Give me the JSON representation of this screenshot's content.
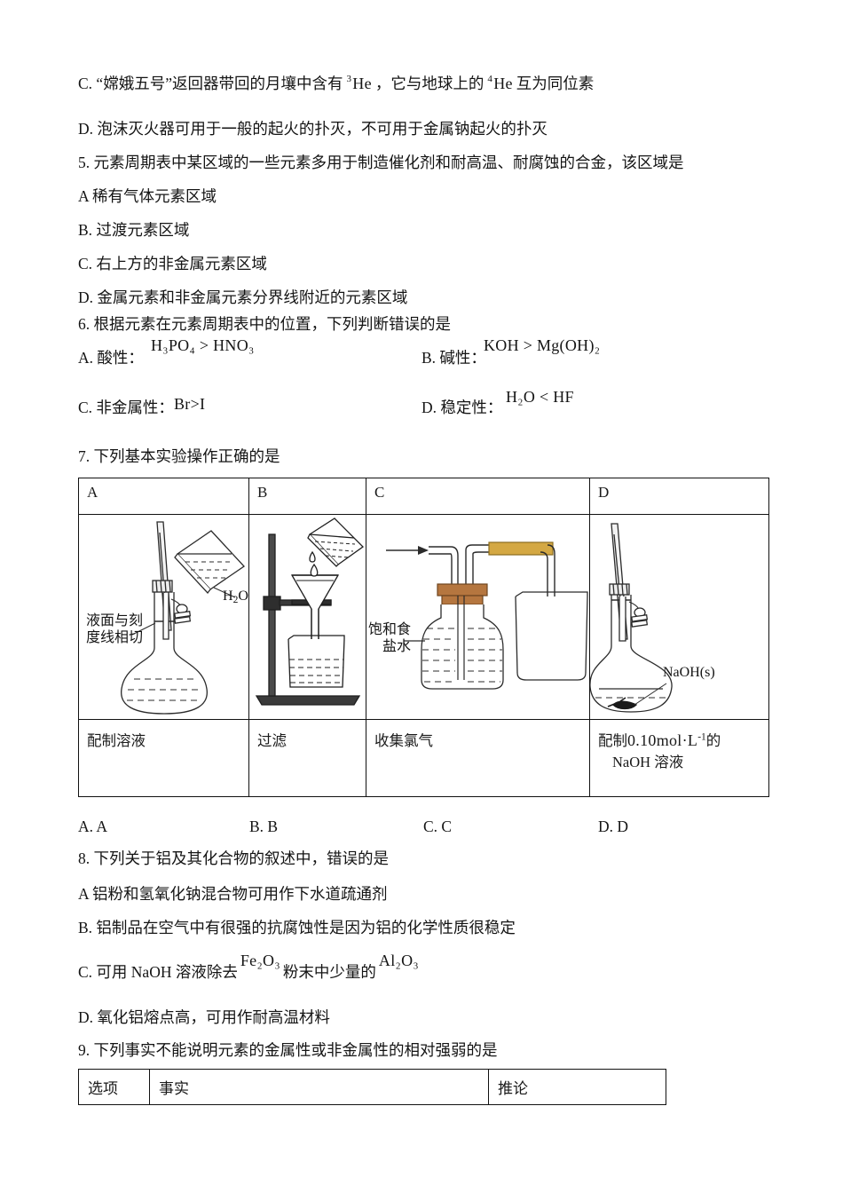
{
  "document": {
    "type": "chemistry-exam-paper",
    "language": "zh-CN"
  },
  "q4_options": {
    "c_prefix": "C. “嫦娥五号”返回器带回的月壤中含有",
    "c_iso1_sup": "3",
    "c_iso1_sym": "He",
    "c_middle": "，它与地球上的",
    "c_iso2_sup": "4",
    "c_iso2_sym": "He",
    "c_suffix": "互为同位素",
    "d": "D. 泡沫灭火器可用于一般的起火的扑灭，不可用于金属钠起火的扑灭"
  },
  "q5": {
    "stem": "5. 元素周期表中某区域的一些元素多用于制造催化剂和耐高温、耐腐蚀的合金，该区域是",
    "options": [
      "A  稀有气体元素区域",
      "B. 过渡元素区域",
      "C. 右上方的非金属元素区域",
      "D. 金属元素和非金属元素分界线附近的元素区域"
    ]
  },
  "q6": {
    "stem": "6. 根据元素在元素周期表中的位置，下列判断错误的是",
    "a_label": "A. 酸性：",
    "a_formula": "H₃PO₄ > HNO₃",
    "b_label": "B. 碱性：",
    "b_formula": "KOH > Mg(OH)₂",
    "c_label": "C. 非金属性：",
    "c_formula": "Br>I",
    "d_label": "D. 稳定性：",
    "d_formula": "H₂O < HF"
  },
  "q7": {
    "stem": "7. 下列基本实验操作正确的是",
    "headers": [
      "A",
      "B",
      "C",
      "D"
    ],
    "captions": [
      "配制溶液",
      "过滤",
      "收集氯气",
      ""
    ],
    "caption_d_line1_pre": "配制",
    "caption_d_conc": "0.10mol·L",
    "caption_d_sup": "-1",
    "caption_d_line1_post": "的",
    "caption_d_line2": "NaOH 溶液",
    "fig_a_label_line1": "液面与刻",
    "fig_a_label_line2": "度线相切",
    "fig_a_water": "H₂O",
    "fig_c_label_line1": "饱和食",
    "fig_c_label_line2": "盐水",
    "fig_d_label": "NaOH(s)",
    "answers": [
      "A. A",
      "B. B",
      "C. C",
      "D. D"
    ]
  },
  "q8": {
    "stem": "8. 下列关于铝及其化合物的叙述中，错误的是",
    "a": "A  铝粉和氢氧化钠混合物可用作下水道疏通剂",
    "b": "B. 铝制品在空气中有很强的抗腐蚀性是因为铝的化学性质很稳定",
    "c_pre": "C. 可用 NaOH 溶液除去",
    "c_f1": "Fe₂O₃",
    "c_mid": "粉末中少量的",
    "c_f2": "Al₂O₃",
    "d": "D. 氧化铝熔点高，可用作耐高温材料"
  },
  "q9": {
    "stem": "9. 下列事实不能说明元素的金属性或非金属性的相对强弱的是",
    "headers": [
      "选项",
      "事实",
      "推论"
    ]
  },
  "colors": {
    "ink": "#141414",
    "rule": "#111111",
    "stopper_brown": "#b5763f",
    "tube_gold": "#d4a843",
    "glass_line": "#2b2b2b"
  }
}
